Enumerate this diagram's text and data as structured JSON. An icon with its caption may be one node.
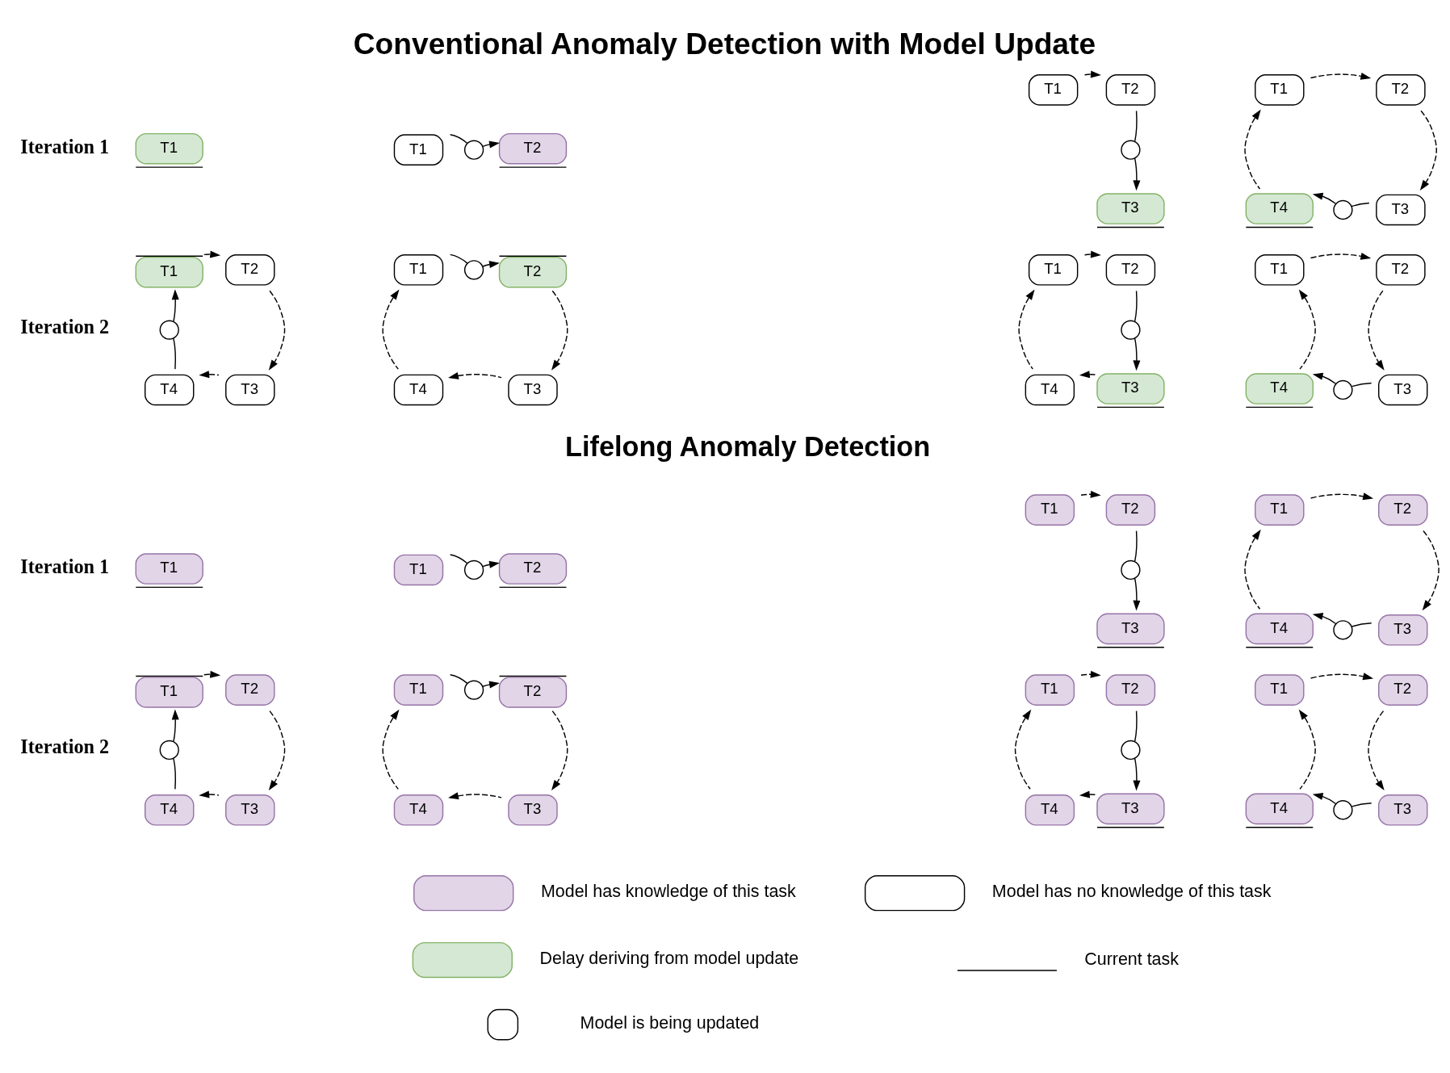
{
  "diagram": {
    "title": "Conventional Anomaly Detection with Model Update",
    "nodes": [
      {
        "text": [
          "T1"
        ]
      },
      {
        "text": [
          "T1"
        ]
      },
      {
        "text": [],
        "shape": "circle"
      },
      {
        "text": [
          "T2"
        ]
      },
      {
        "text": [
          "T1"
        ]
      },
      {
        "text": [
          "T2"
        ]
      },
      {
        "text": [],
        "shape": "circle"
      },
      {
        "text": [
          "T3"
        ]
      },
      {
        "text": [
          "T1"
        ]
      },
      {
        "text": [
          "T2"
        ]
      },
      {
        "text": [
          "T4"
        ]
      },
      {
        "text": [],
        "shape": "circle"
      },
      {
        "text": [
          "T3"
        ]
      },
      {
        "text": [
          "T1"
        ]
      },
      {
        "text": [
          "T2"
        ]
      },
      {
        "text": [],
        "shape": "circle"
      },
      {
        "text": [
          "T4"
        ]
      },
      {
        "text": [
          "T3"
        ]
      },
      {
        "text": [
          "T1"
        ]
      },
      {
        "text": [],
        "shape": "circle"
      },
      {
        "text": [
          "T2"
        ]
      },
      {
        "text": [
          "T4"
        ]
      },
      {
        "text": [
          "T3"
        ]
      },
      {
        "text": [
          "T1"
        ]
      },
      {
        "text": [
          "T2"
        ]
      },
      {
        "text": [],
        "shape": "circle"
      },
      {
        "text": [
          "T4"
        ]
      },
      {
        "text": [
          "T3"
        ]
      },
      {
        "text": [
          "T1"
        ]
      },
      {
        "text": [
          "T2"
        ]
      },
      {
        "text": [
          "T4"
        ]
      },
      {
        "text": [],
        "shape": "circle"
      },
      {
        "text": [
          "T3"
        ]
      },
      {
        "text": [
          "T1"
        ]
      },
      {
        "text": [
          "T1"
        ]
      },
      {
        "text": [],
        "shape": "circle"
      },
      {
        "text": [
          "T2"
        ]
      },
      {
        "text": [
          "T1"
        ]
      },
      {
        "text": [
          "T2"
        ]
      },
      {
        "text": [],
        "shape": "circle"
      },
      {
        "text": [
          "T3"
        ]
      },
      {
        "text": [
          "T1"
        ]
      },
      {
        "text": [
          "T2"
        ]
      },
      {
        "text": [
          "T4"
        ]
      },
      {
        "text": [],
        "shape": "circle"
      },
      {
        "text": [
          "T3"
        ]
      },
      {
        "text": [
          "T1"
        ]
      },
      {
        "text": [
          "T2"
        ]
      },
      {
        "text": [],
        "shape": "circle"
      },
      {
        "text": [
          "T4"
        ]
      },
      {
        "text": [
          "T3"
        ]
      },
      {
        "text": [
          "T1"
        ]
      },
      {
        "text": [],
        "shape": "circle"
      },
      {
        "text": [
          "T2"
        ]
      },
      {
        "text": [
          "T4"
        ]
      },
      {
        "text": [
          "T3"
        ]
      },
      {
        "text": [
          "T1"
        ]
      },
      {
        "text": [
          "T2"
        ]
      },
      {
        "text": [],
        "shape": "circle"
      },
      {
        "text": [
          "T4"
        ]
      },
      {
        "text": [
          "T3"
        ]
      },
      {
        "text": [
          "T1"
        ]
      },
      {
        "text": [
          "T2"
        ]
      },
      {
        "text": [
          "T4"
        ]
      },
      {
        "text": [],
        "shape": "circle"
      },
      {
        "text": [
          "T3"
        ]
      }
    ],
    "edges": [
      {
        "from": 1,
        "to": 2,
        "arrow": "none"
      },
      {
        "from": 2,
        "to": 3,
        "arrow": "to"
      },
      {
        "from": 4,
        "to": 5,
        "arrow": "to",
        "style": "dashed"
      },
      {
        "from": 5,
        "to": 6,
        "arrow": "none"
      },
      {
        "from": 6,
        "to": 7,
        "arrow": "to"
      },
      {
        "from": 8,
        "to": 9,
        "arrow": "to",
        "style": "dashed"
      },
      {
        "from": 9,
        "to": 12,
        "arrow": "to",
        "style": "dashed"
      },
      {
        "from": 12,
        "to": 11,
        "arrow": "none"
      },
      {
        "from": 11,
        "to": 10,
        "arrow": "to"
      },
      {
        "from": 10,
        "to": 8,
        "arrow": "to",
        "style": "dashed"
      },
      {
        "from": 13,
        "to": 14,
        "arrow": "to",
        "style": "dashed"
      },
      {
        "from": 14,
        "to": 17,
        "arrow": "to",
        "style": "dashed"
      },
      {
        "from": 17,
        "to": 16,
        "arrow": "to",
        "style": "dashed"
      },
      {
        "from": 16,
        "to": 15,
        "arrow": "none"
      },
      {
        "from": 15,
        "to": 13,
        "arrow": "to"
      },
      {
        "from": 18,
        "to": 19,
        "arrow": "none"
      },
      {
        "from": 19,
        "to": 20,
        "arrow": "to"
      },
      {
        "from": 20,
        "to": 22,
        "arrow": "to",
        "style": "dashed"
      },
      {
        "from": 22,
        "to": 21,
        "arrow": "to",
        "style": "dashed"
      },
      {
        "from": 21,
        "to": 18,
        "arrow": "to",
        "style": "dashed"
      },
      {
        "from": 23,
        "to": 24,
        "arrow": "to",
        "style": "dashed"
      },
      {
        "from": 24,
        "to": 25,
        "arrow": "none"
      },
      {
        "from": 25,
        "to": 27,
        "arrow": "to"
      },
      {
        "from": 27,
        "to": 26,
        "arrow": "to",
        "style": "dashed"
      },
      {
        "from": 26,
        "to": 23,
        "arrow": "to",
        "style": "dashed"
      },
      {
        "from": 28,
        "to": 29,
        "arrow": "to",
        "style": "dashed"
      },
      {
        "from": 29,
        "to": 32,
        "arrow": "to",
        "style": "dashed"
      },
      {
        "from": 32,
        "to": 31,
        "arrow": "none"
      },
      {
        "from": 31,
        "to": 30,
        "arrow": "to"
      },
      {
        "from": 30,
        "to": 28,
        "arrow": "to",
        "style": "dashed"
      },
      {
        "from": 34,
        "to": 35,
        "arrow": "none"
      },
      {
        "from": 35,
        "to": 36,
        "arrow": "to"
      },
      {
        "from": 37,
        "to": 38,
        "arrow": "to",
        "style": "dashed"
      },
      {
        "from": 38,
        "to": 39,
        "arrow": "none"
      },
      {
        "from": 39,
        "to": 40,
        "arrow": "to"
      },
      {
        "from": 41,
        "to": 42,
        "arrow": "to",
        "style": "dashed"
      },
      {
        "from": 42,
        "to": 45,
        "arrow": "to",
        "style": "dashed"
      },
      {
        "from": 45,
        "to": 44,
        "arrow": "none"
      },
      {
        "from": 44,
        "to": 43,
        "arrow": "to"
      },
      {
        "from": 43,
        "to": 41,
        "arrow": "to",
        "style": "dashed"
      },
      {
        "from": 46,
        "to": 47,
        "arrow": "to",
        "style": "dashed"
      },
      {
        "from": 47,
        "to": 50,
        "arrow": "to",
        "style": "dashed"
      },
      {
        "from": 50,
        "to": 49,
        "arrow": "to",
        "style": "dashed"
      },
      {
        "from": 49,
        "to": 48,
        "arrow": "none"
      },
      {
        "from": 48,
        "to": 46,
        "arrow": "to"
      },
      {
        "from": 51,
        "to": 52,
        "arrow": "none"
      },
      {
        "from": 52,
        "to": 53,
        "arrow": "to"
      },
      {
        "from": 53,
        "to": 55,
        "arrow": "to",
        "style": "dashed"
      },
      {
        "from": 55,
        "to": 54,
        "arrow": "to",
        "style": "dashed"
      },
      {
        "from": 54,
        "to": 51,
        "arrow": "to",
        "style": "dashed"
      },
      {
        "from": 56,
        "to": 57,
        "arrow": "to",
        "style": "dashed"
      },
      {
        "from": 57,
        "to": 58,
        "arrow": "none"
      },
      {
        "from": 58,
        "to": 60,
        "arrow": "to"
      },
      {
        "from": 60,
        "to": 59,
        "arrow": "to",
        "style": "dashed"
      },
      {
        "from": 59,
        "to": 56,
        "arrow": "to",
        "style": "dashed"
      },
      {
        "from": 61,
        "to": 62,
        "arrow": "to",
        "style": "dashed"
      },
      {
        "from": 62,
        "to": 65,
        "arrow": "to",
        "style": "dashed"
      },
      {
        "from": 65,
        "to": 64,
        "arrow": "none"
      },
      {
        "from": 64,
        "to": 63,
        "arrow": "to"
      },
      {
        "from": 63,
        "to": 61,
        "arrow": "to",
        "style": "dashed"
      }
    ],
    "labels": [
      "Iteration 1",
      "Iteration 2",
      "Lifelong Anomaly Detection",
      "Iteration 1",
      "Iteration 2"
    ],
    "legend": [
      {
        "text": "Model has knowledge of this task",
        "color": "#e1d5e7"
      },
      {
        "text": "Model has no knowledge of this task",
        "color": "#ffffff"
      },
      {
        "text": "Delay deriving from model update",
        "color": "#d5e8d4"
      },
      {
        "text": "Current task"
      },
      {
        "text": "Model is being updated"
      }
    ]
  }
}
